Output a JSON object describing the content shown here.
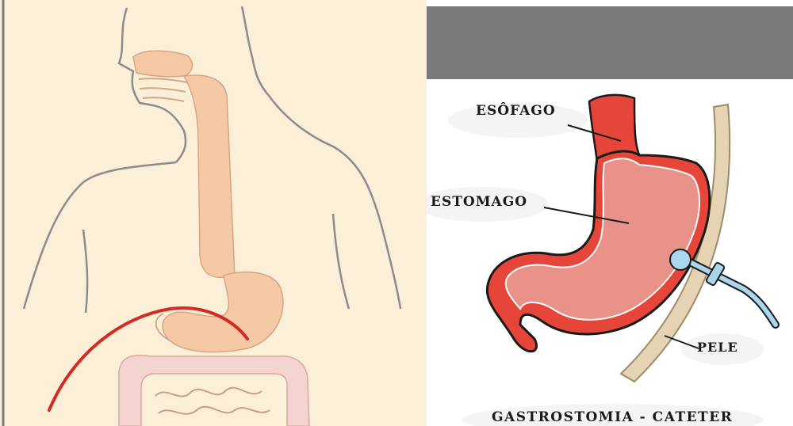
{
  "diagram": {
    "labels": {
      "esofago": "ESÔFAGO",
      "estomago": "ESTOMAGO",
      "pele": "PELE"
    },
    "caption": "GASTROSTOMIA - CATETER"
  },
  "colors": {
    "left_background": "#fcefd7",
    "left_outline": "#8c8c8c",
    "organ_fill": "#f6c9a6",
    "incision_line": "#d42a22",
    "top_bar": "#7a7a7a",
    "stomach_outer": "#e6453a",
    "stomach_inner": "#e9928a",
    "skin_band": "#e6d3b3",
    "catheter": "#aad6ee"
  }
}
